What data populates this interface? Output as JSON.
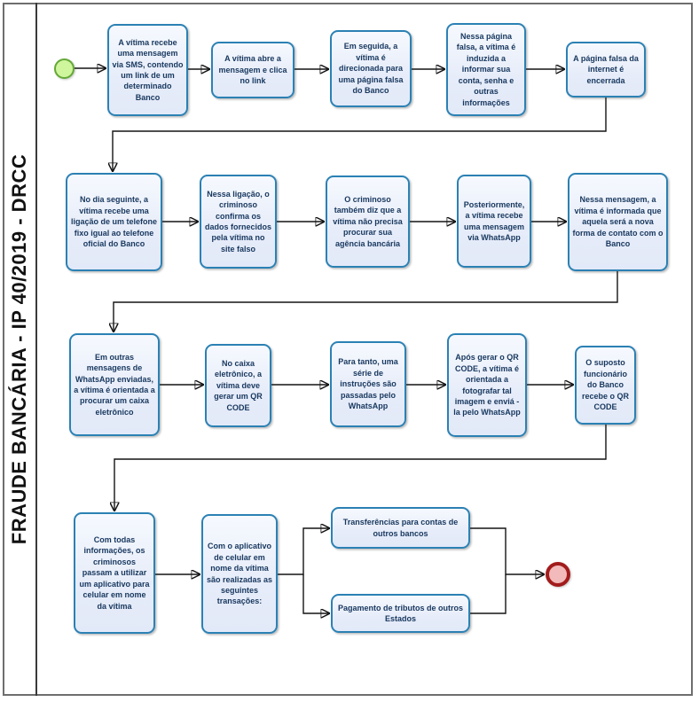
{
  "lane": {
    "title": "FRAUDE BANCÁRIA - IP 40/2019 - DRCC"
  },
  "colors": {
    "task_border": "#2b81b4",
    "task_fill": "#e8eefa",
    "task_text": "#17375e",
    "start_event_fill": "#cff59d",
    "start_event_border": "#64a937",
    "end_event_fill": "#f2baba",
    "end_event_border": "#a21c1c",
    "connector": "#141414"
  },
  "flow": {
    "start_event": "start-event",
    "end_event": "end-event",
    "steps": [
      {
        "id": 1,
        "text": "A vítima recebe uma mensagem via SMS, contendo um link de um determinado Banco"
      },
      {
        "id": 2,
        "text": "A vítima abre a mensagem e clica no link"
      },
      {
        "id": 3,
        "text": "Em seguida, a vítima é direcionada para uma página falsa do Banco"
      },
      {
        "id": 4,
        "text": "Nessa página falsa, a vítima é induzida a informar sua conta, senha e outras informações"
      },
      {
        "id": 5,
        "text": "A página falsa da internet é encerrada"
      },
      {
        "id": 6,
        "text": "No dia seguinte, a vítima recebe uma ligação de um telefone fixo igual ao telefone oficial do Banco"
      },
      {
        "id": 7,
        "text": "Nessa ligação, o criminoso confirma os dados fornecidos pela vítima no site falso"
      },
      {
        "id": 8,
        "text": "O criminoso também diz que a vítima não precisa procurar sua agência bancária"
      },
      {
        "id": 9,
        "text": "Posteriormente, a vítima recebe uma mensagem via WhatsApp"
      },
      {
        "id": 10,
        "text": "Nessa mensagem, a vítima é informada que aquela será a nova forma de contato com o Banco"
      },
      {
        "id": 11,
        "text": "Em outras mensagens de WhatsApp enviadas, a vítima é orientada a procurar um caixa eletrônico"
      },
      {
        "id": 12,
        "text": "No caixa eletrônico, a vítima deve gerar um QR CODE"
      },
      {
        "id": 13,
        "text": "Para tanto, uma série de instruções são passadas pelo WhatsApp"
      },
      {
        "id": 14,
        "text": "Após gerar o QR CODE, a vítima é orientada a fotografar tal imagem e enviá -la pelo WhatsApp"
      },
      {
        "id": 15,
        "text": "O suposto funcionário do Banco recebe o QR CODE"
      },
      {
        "id": 16,
        "text": "Com todas informações, os criminosos passam a utilizar um aplicativo para celular em nome da vítima"
      },
      {
        "id": 17,
        "text": "Com o aplicativo de celular em nome da vítima são realizadas as seguintes transações:"
      },
      {
        "id": 18,
        "text": "Transferências para contas de outros bancos"
      },
      {
        "id": 19,
        "text": "Pagamento de tributos de outros Estados"
      }
    ]
  }
}
